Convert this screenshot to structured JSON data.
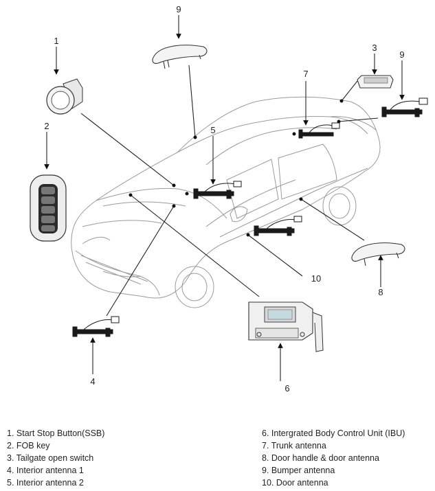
{
  "callouts": [
    "1",
    "2",
    "3",
    "4",
    "5",
    "6",
    "7",
    "8",
    "9",
    "10"
  ],
  "legend": {
    "left": [
      "1. Start Stop Button(SSB)",
      "2. FOB key",
      "3. Tailgate open switch",
      "4. Interior antenna 1",
      "5. Interior antenna 2"
    ],
    "right": [
      "6. Intergrated Body Control Unit (IBU)",
      "7. Trunk antenna",
      "8. Door handle & door antenna",
      "9. Bumper antenna",
      "10. Door antenna"
    ]
  }
}
